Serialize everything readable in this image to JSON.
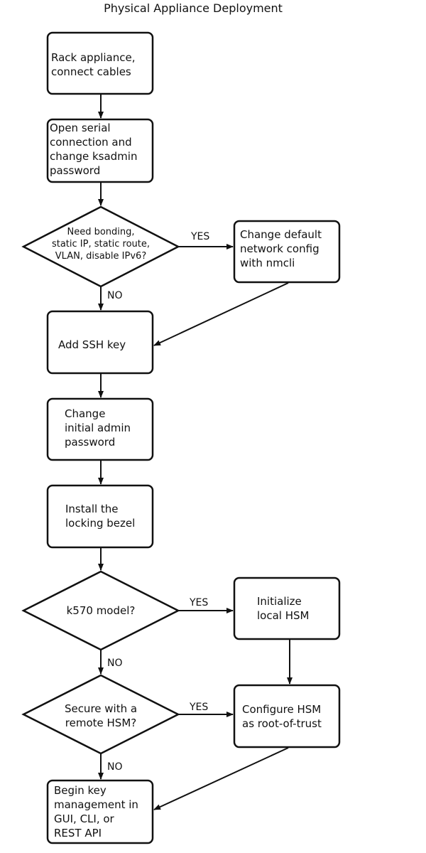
{
  "title": "Physical Appliance Deployment",
  "nodes": {
    "rack": {
      "lines": [
        "Rack appliance,",
        "connect cables"
      ]
    },
    "serial": {
      "lines": [
        "Open serial",
        "connection and",
        "change ksadmin",
        "password"
      ]
    },
    "bonding": {
      "lines": [
        "Need bonding,",
        "static IP, static route,",
        "VLAN, disable IPv6?"
      ]
    },
    "nmcli": {
      "lines": [
        "Change default",
        "network config",
        "with nmcli"
      ]
    },
    "ssh": {
      "lines": [
        "Add SSH key"
      ]
    },
    "admin": {
      "lines": [
        "Change",
        "initial admin",
        "password"
      ]
    },
    "bezel": {
      "lines": [
        "Install the",
        "locking bezel"
      ]
    },
    "k570": {
      "lines": [
        "k570 model?"
      ]
    },
    "init_hsm": {
      "lines": [
        "Initialize",
        "local HSM"
      ]
    },
    "remote_hsm": {
      "lines": [
        "Secure with a",
        "remote HSM?"
      ]
    },
    "config_hsm": {
      "lines": [
        "Configure HSM",
        "as root-of-trust"
      ]
    },
    "begin": {
      "lines": [
        "Begin key",
        "management in",
        "GUI, CLI, or",
        "REST API"
      ]
    }
  },
  "edge_labels": {
    "bonding_yes": "YES",
    "bonding_no": "NO",
    "k570_yes": "YES",
    "k570_no": "NO",
    "remote_yes": "YES",
    "remote_no": "NO"
  }
}
